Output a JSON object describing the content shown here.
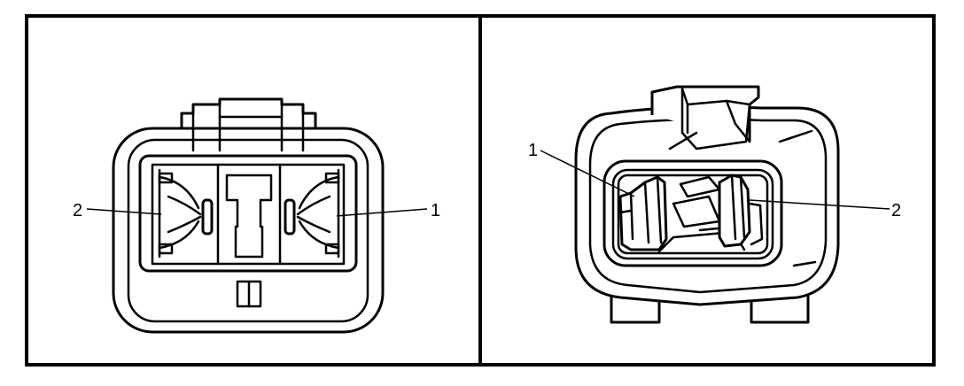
{
  "left_view": {
    "callouts": [
      {
        "label": "2",
        "target": "terminal-cavity-left"
      },
      {
        "label": "1",
        "target": "terminal-cavity-right"
      }
    ]
  },
  "right_view": {
    "callouts": [
      {
        "label": "1",
        "target": "terminal-left"
      },
      {
        "label": "2",
        "target": "terminal-right"
      }
    ]
  }
}
